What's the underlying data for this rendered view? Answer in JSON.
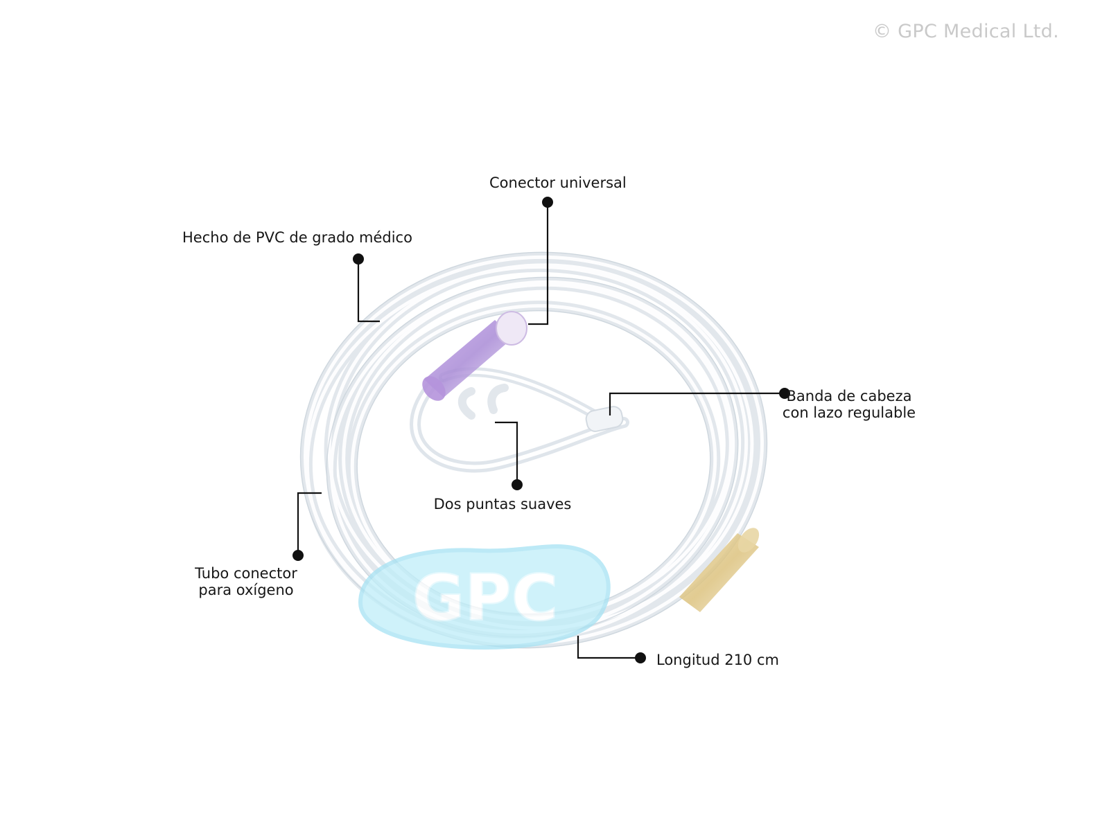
{
  "copyright": "© GPC Medical Ltd.",
  "watermark": {
    "text": "GPC",
    "fill": "#bfeef9",
    "stroke": "#a6e2f3"
  },
  "labels": {
    "conector": "Conector universal",
    "pvc": "Hecho de PVC de grado médico",
    "banda": [
      "Banda de cabeza",
      "con lazo regulable"
    ],
    "puntas": "Dos puntas suaves",
    "tubo": [
      "Tubo conector",
      "para oxígeno"
    ],
    "longitud": "Longitud 210 cm"
  },
  "colors": {
    "text": "#161616",
    "leader": "#111111",
    "tubing": "#d6dde4",
    "connector_purple": "#b79bd8",
    "connector_amber": "#e3cf9a"
  }
}
